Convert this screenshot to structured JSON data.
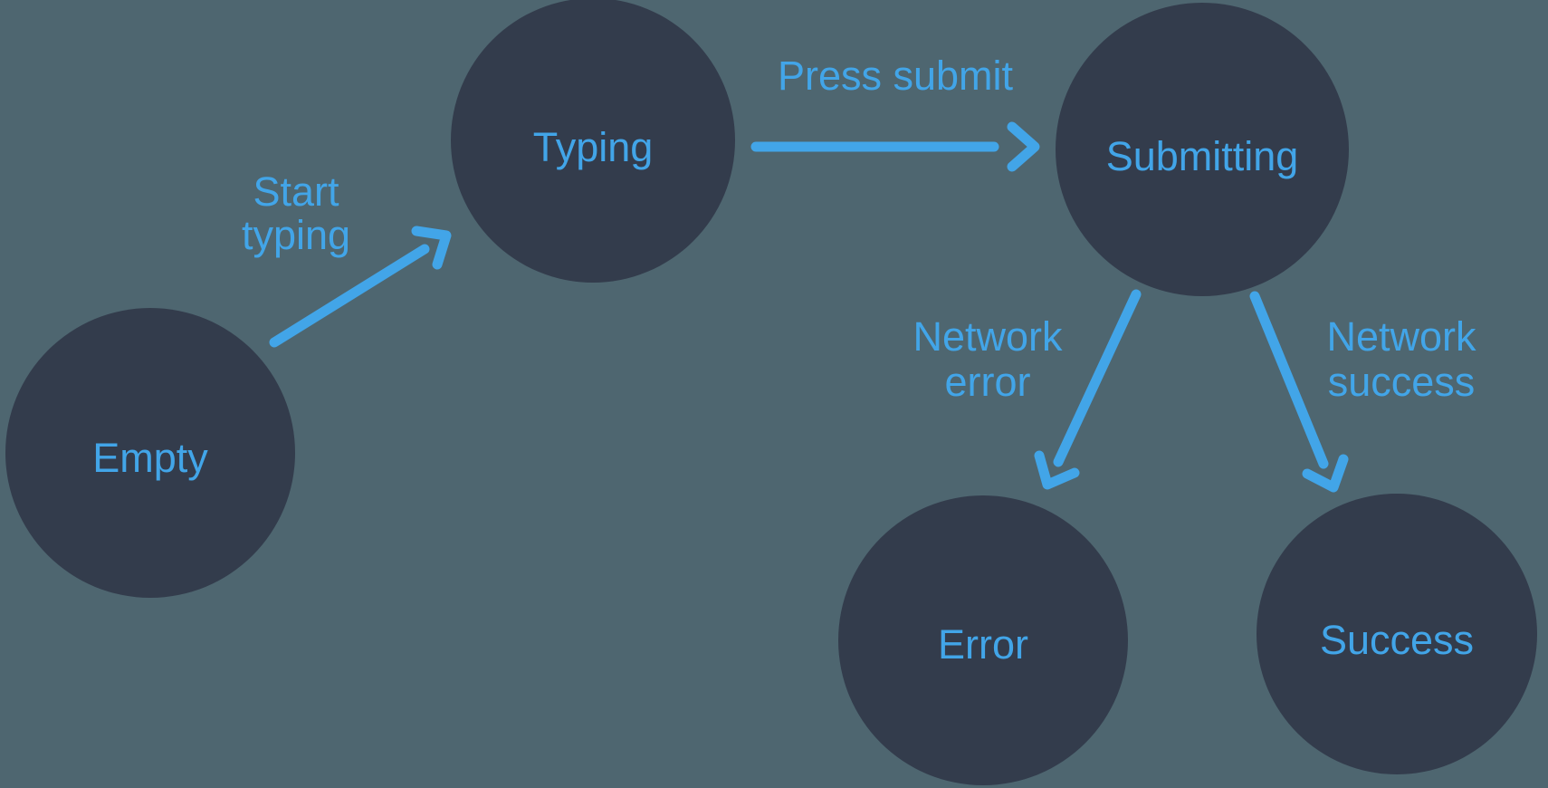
{
  "diagram": {
    "kind": "state-machine",
    "colors": {
      "background": "#4e6670",
      "node_fill": "#333c4c",
      "accent": "#42a5e8"
    },
    "nodes": [
      {
        "id": "empty",
        "label": "Empty"
      },
      {
        "id": "typing",
        "label": "Typing"
      },
      {
        "id": "submitting",
        "label": "Submitting"
      },
      {
        "id": "error",
        "label": "Error"
      },
      {
        "id": "success",
        "label": "Success"
      }
    ],
    "edges": [
      {
        "from": "Empty",
        "to": "Typing",
        "label": "Start typing",
        "label_lines": [
          "Start",
          "typing"
        ]
      },
      {
        "from": "Typing",
        "to": "Submitting",
        "label": "Press submit",
        "label_lines": [
          "Press submit"
        ]
      },
      {
        "from": "Submitting",
        "to": "Error",
        "label": "Network error",
        "label_lines": [
          "Network",
          "error"
        ]
      },
      {
        "from": "Submitting",
        "to": "Success",
        "label": "Network success",
        "label_lines": [
          "Network",
          "success"
        ]
      }
    ]
  }
}
